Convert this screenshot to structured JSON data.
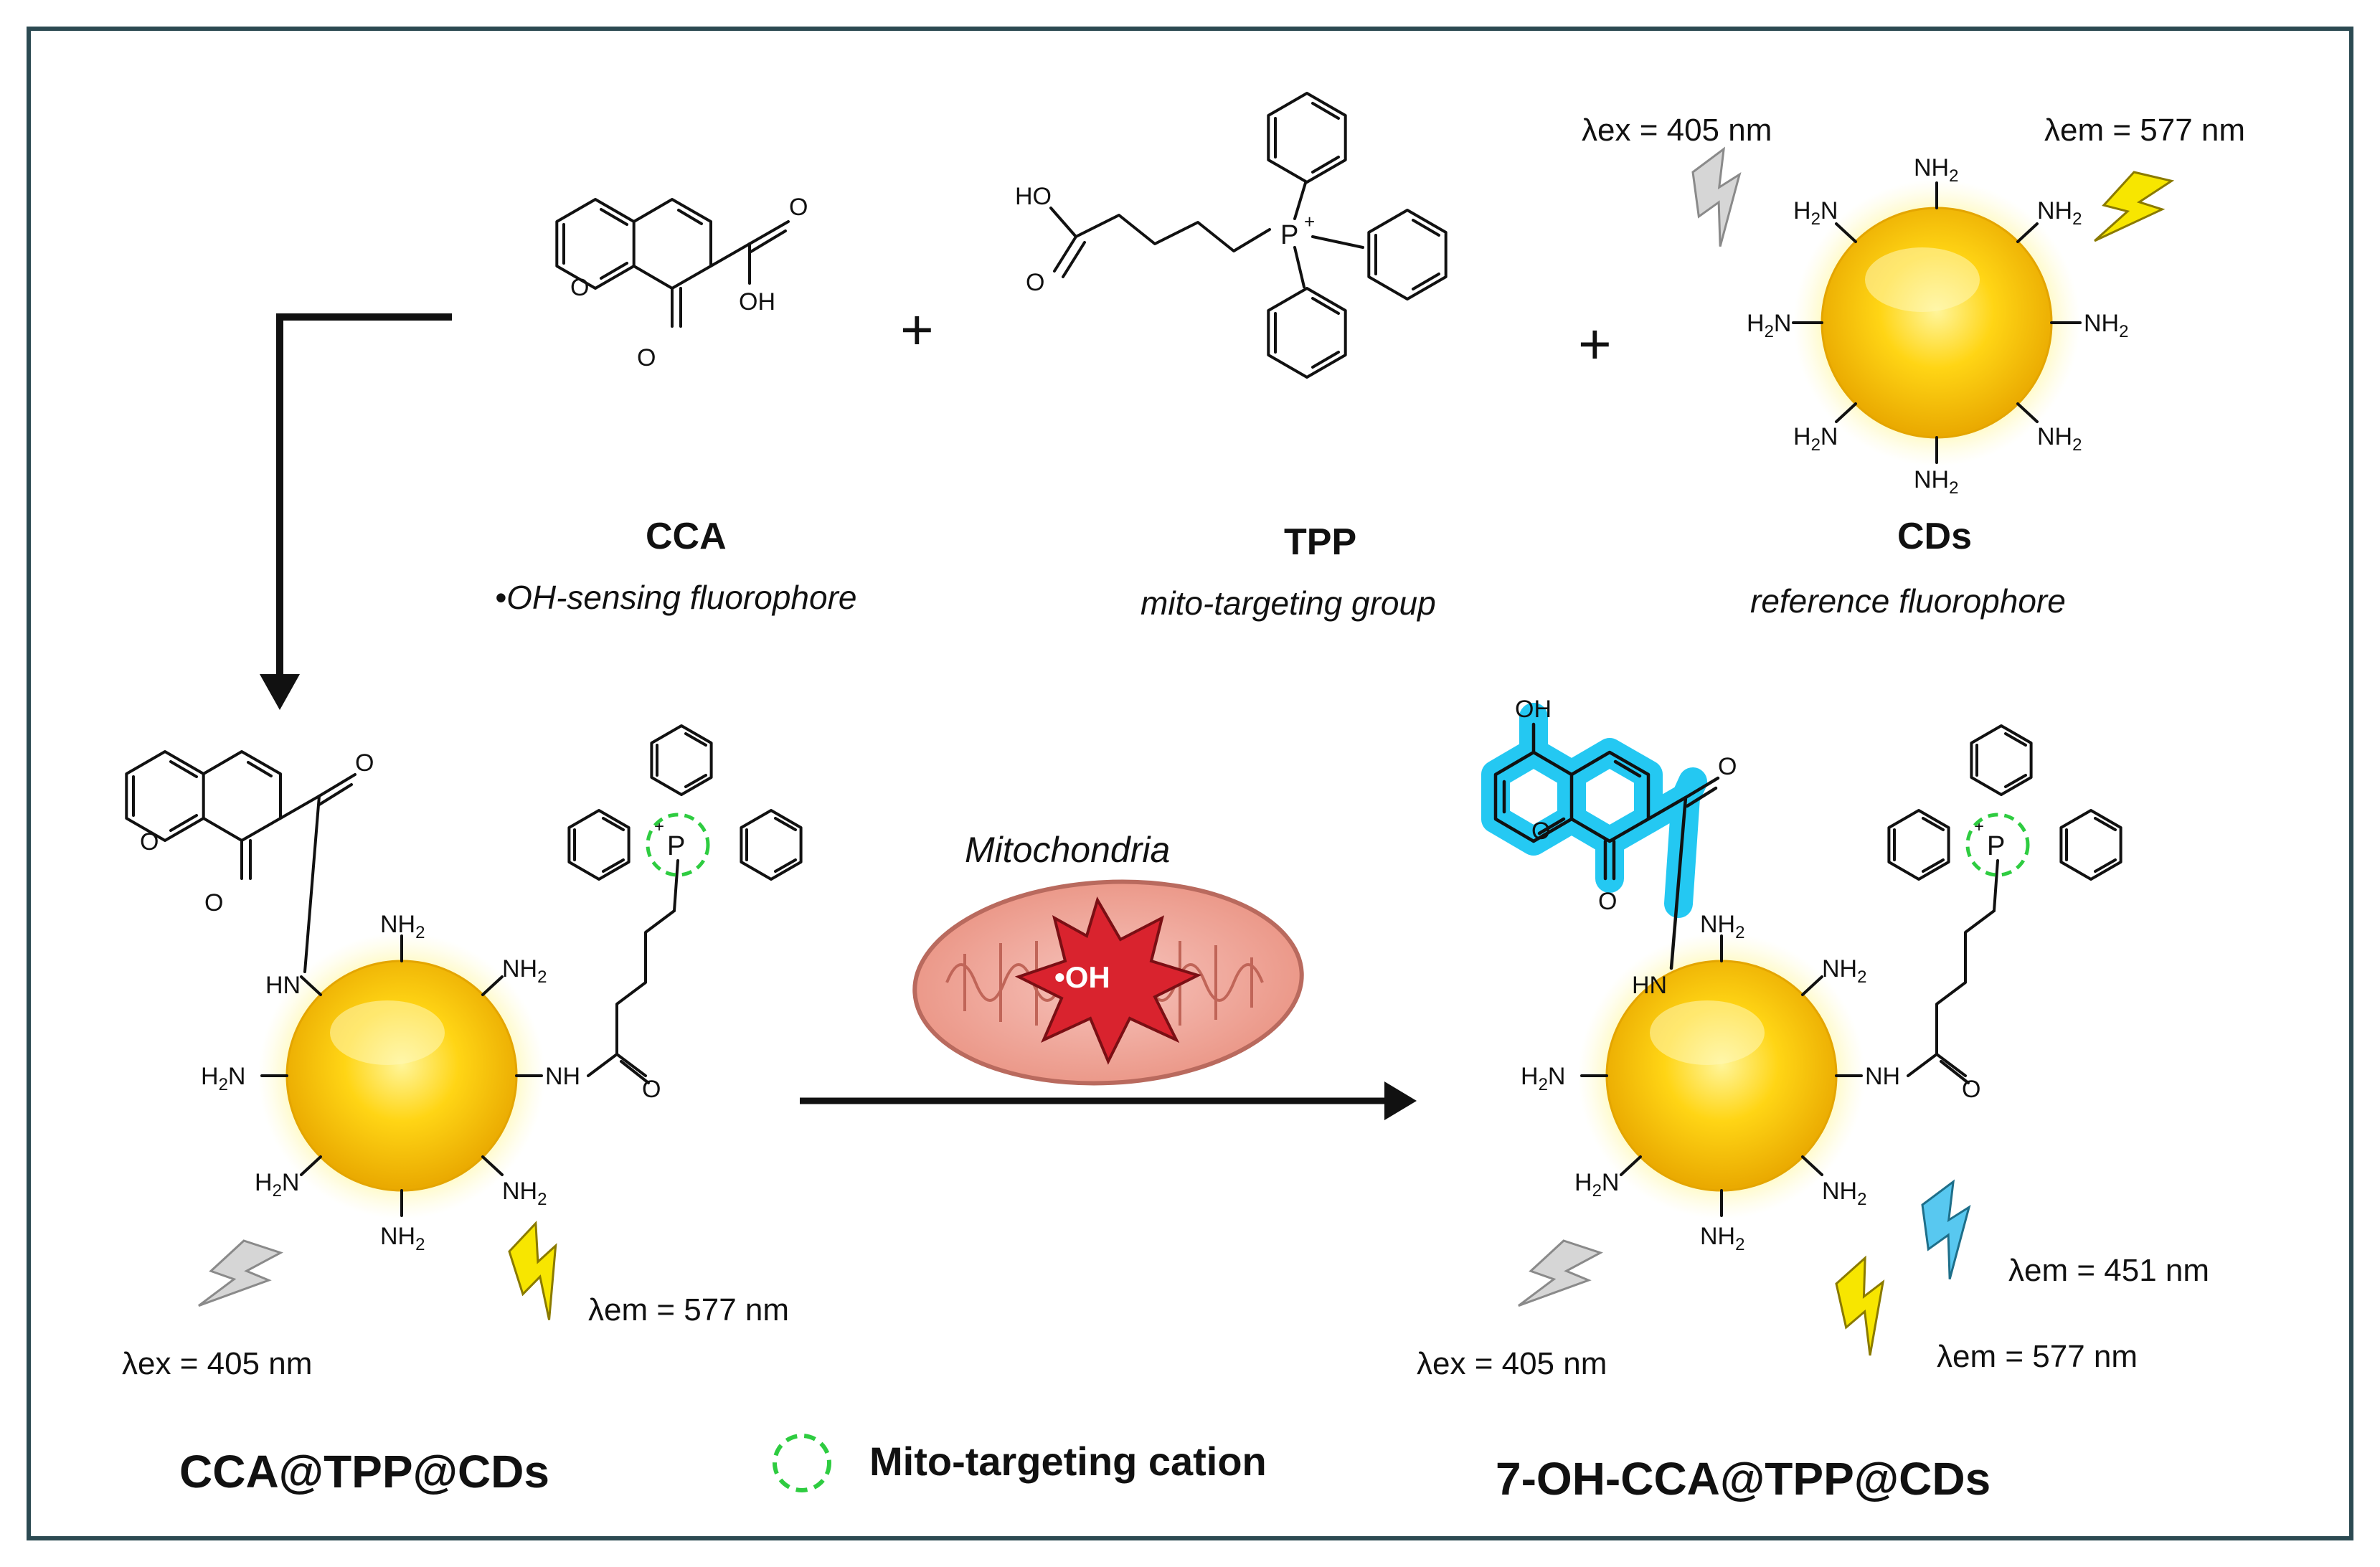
{
  "top": {
    "cca": {
      "name": "CCA",
      "desc": "•OH-sensing fluorophore"
    },
    "tpp": {
      "name": "TPP",
      "desc": "mito-targeting group"
    },
    "cds": {
      "name": "CDs",
      "desc": "reference fluorophore"
    },
    "plus": "+",
    "lambda_ex": "λex = 405 nm",
    "lambda_em": "λem = 577 nm"
  },
  "left_product": {
    "name": "CCA@TPP@CDs",
    "lambda_ex": "λex = 405 nm",
    "lambda_em": "λem = 577 nm"
  },
  "right_product": {
    "name": "7-OH-CCA@TPP@CDs",
    "lambda_ex": "λex = 405 nm",
    "lambda_em_blue": "λem = 451 nm",
    "lambda_em_yellow": "λem = 577 nm"
  },
  "reaction": {
    "condition": "Mitochondria",
    "radical": "•OH"
  },
  "legend": {
    "cation_label": "Mito-targeting cation"
  },
  "atoms": {
    "nh2": "NH2",
    "h2n": "H2N",
    "nh": "NH",
    "hn": "HN",
    "o": "O",
    "oh": "OH",
    "ho": "HO",
    "p": "P",
    "plus_sign": "+"
  },
  "colors": {
    "frame": "#2c4a52",
    "cd_core": "#f5c800",
    "cd_glow": "#fff38a",
    "highlight": "#19c6f2",
    "radical_star": "#d9232e",
    "mito_body": "#f3a8a0",
    "cation_ring": "#2ecc40",
    "bolt_gray": "#bdbdbd",
    "bolt_yellow": "#f7e600",
    "bolt_blue": "#58c8f0"
  }
}
